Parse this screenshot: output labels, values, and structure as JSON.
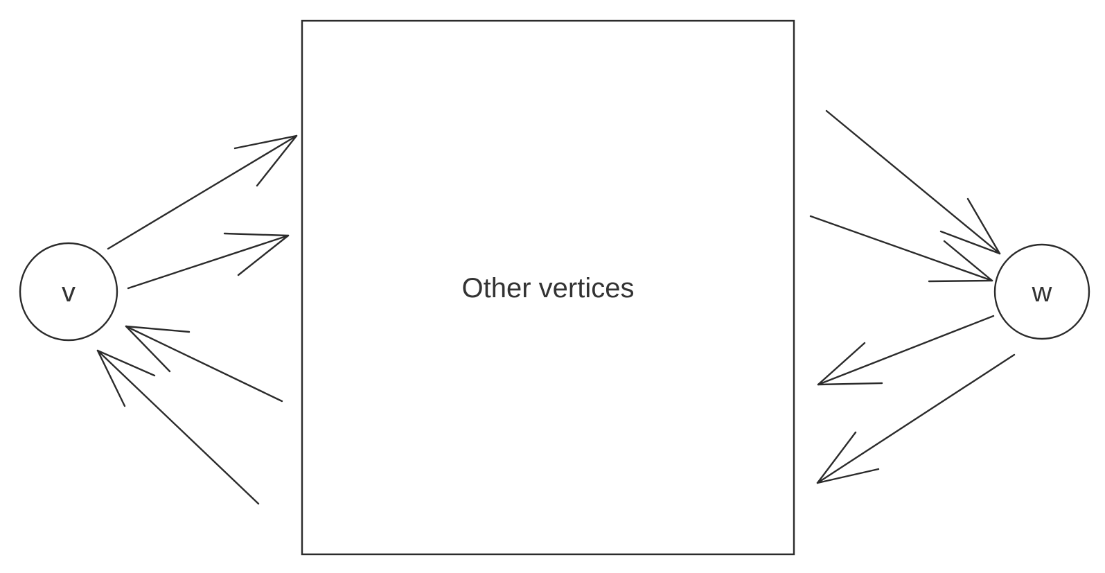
{
  "diagram": {
    "box_label": "Other vertices",
    "nodes": [
      {
        "id": "v",
        "label": "v"
      },
      {
        "id": "w",
        "label": "w"
      }
    ],
    "edges": [
      {
        "from": "v",
        "to": "other"
      },
      {
        "from": "v",
        "to": "other"
      },
      {
        "from": "other",
        "to": "v"
      },
      {
        "from": "other",
        "to": "v"
      },
      {
        "from": "other",
        "to": "w"
      },
      {
        "from": "other",
        "to": "w"
      },
      {
        "from": "w",
        "to": "other"
      },
      {
        "from": "w",
        "to": "other"
      }
    ],
    "line_color": "#2b2b2b",
    "text_color": "#333333"
  }
}
